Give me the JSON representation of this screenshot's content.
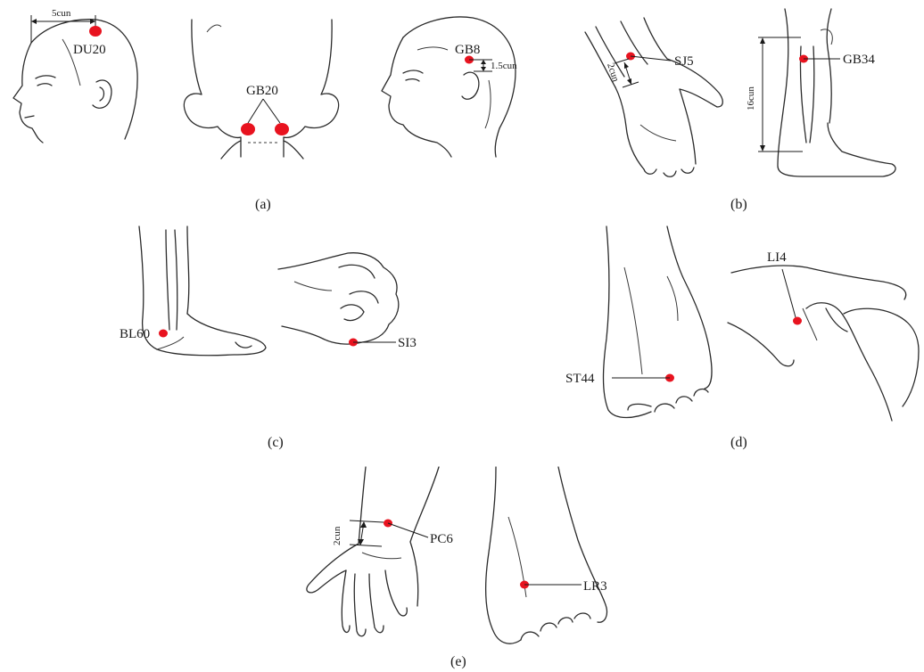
{
  "figure": {
    "panels": [
      {
        "id": "a",
        "caption": "(a)"
      },
      {
        "id": "b",
        "caption": "(b)"
      },
      {
        "id": "c",
        "caption": "(c)"
      },
      {
        "id": "d",
        "caption": "(d)"
      },
      {
        "id": "e",
        "caption": "(e)"
      }
    ],
    "points": {
      "du20": "DU20",
      "gb20": "GB20",
      "gb8": "GB8",
      "sj5": "SJ5",
      "gb34": "GB34",
      "bl60": "BL60",
      "si3": "SI3",
      "st44": "ST44",
      "li4": "LI4",
      "pc6": "PC6",
      "lr3": "LR3"
    },
    "measurements": {
      "du20_dist": "5cun",
      "gb8_dist": "1.5cun",
      "sj5_dist": "2cun",
      "gb34_dist": "16cun",
      "pc6_dist": "2cun"
    },
    "colors": {
      "point": "#e8131f",
      "line": "#2b2b2b"
    }
  }
}
